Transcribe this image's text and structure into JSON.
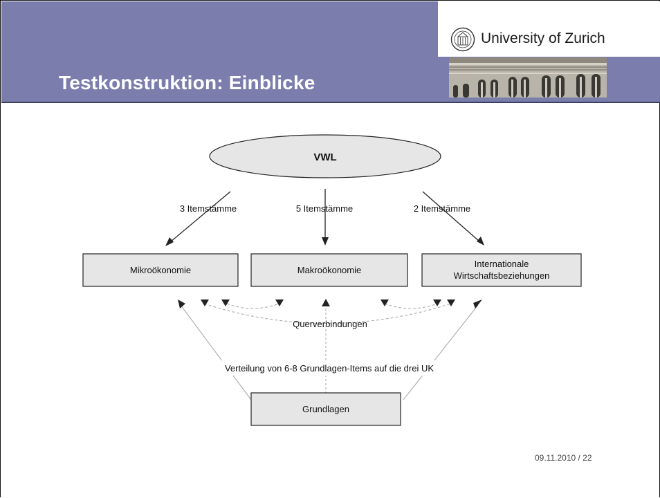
{
  "header": {
    "title": "Testkonstruktion: Einblicke",
    "university": "University of Zurich",
    "band_color": "#7b7ead"
  },
  "diagram": {
    "root": "VWL",
    "item_counts": [
      "3 Itemstämme",
      "5 Itemstämme",
      "2 Itemstämme"
    ],
    "box_left": "Mikroökonomie",
    "box_middle": "Makroökonomie",
    "box_right_line1": "Internationale",
    "box_right_line2": "Wirtschaftsbeziehungen",
    "cross_links": "Querverbindungen",
    "distribution": "Verteilung von 6-8 Grundlagen-Items auf die drei UK",
    "base": "Grundlagen"
  },
  "footer": {
    "date_page": "09.11.2010  /  22"
  }
}
